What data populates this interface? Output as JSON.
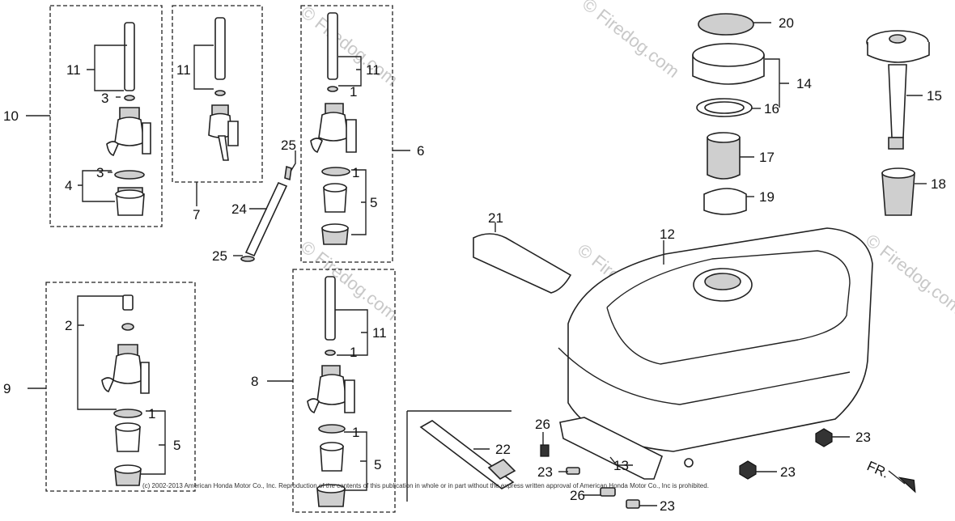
{
  "labels": {
    "l1a": "1",
    "l1b": "1",
    "l1c": "1",
    "l1d": "1",
    "l1e": "1",
    "l2": "2",
    "l3a": "3",
    "l3b": "3",
    "l4": "4",
    "l5a": "5",
    "l5b": "5",
    "l5c": "5",
    "l6": "6",
    "l7": "7",
    "l8": "8",
    "l9": "9",
    "l10": "10",
    "l11a": "11",
    "l11b": "11",
    "l11c": "11",
    "l11d": "11",
    "l12": "12",
    "l13": "13",
    "l14": "14",
    "l15": "15",
    "l16": "16",
    "l17": "17",
    "l18": "18",
    "l19": "19",
    "l20": "20",
    "l21": "21",
    "l22": "22",
    "l23a": "23",
    "l23b": "23",
    "l23c": "23",
    "l23d": "23",
    "l24": "24",
    "l25a": "25",
    "l25b": "25",
    "l26": "26",
    "l26b": "26"
  },
  "watermark": "© Firedog.com",
  "direction_marker": "FR.",
  "footer": "(c) 2002-2013 American Honda Motor Co., Inc. Reproduction of the contents of this publication in whole or in part without the express written approval of American Honda Motor Co., Inc is prohibited.",
  "colors": {
    "line": "#222222",
    "watermark": "#c8c8c8",
    "background": "#ffffff"
  }
}
